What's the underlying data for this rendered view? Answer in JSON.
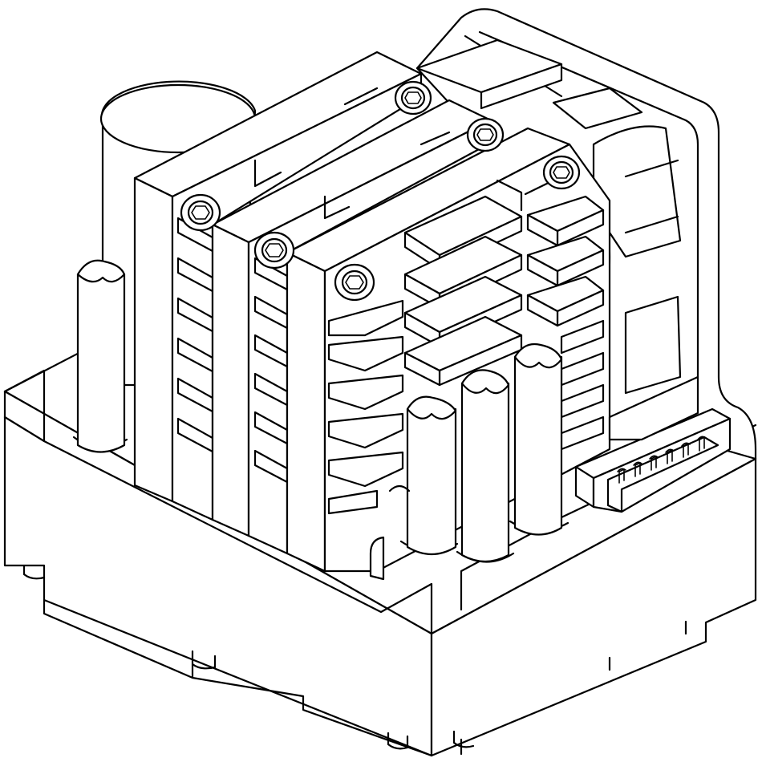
{
  "drawing": {
    "line_color": "#000000",
    "background": "#ffffff",
    "cylinder_count": 5,
    "heatsink_count": 3,
    "screw_count": 6,
    "connector_pins": 6
  }
}
